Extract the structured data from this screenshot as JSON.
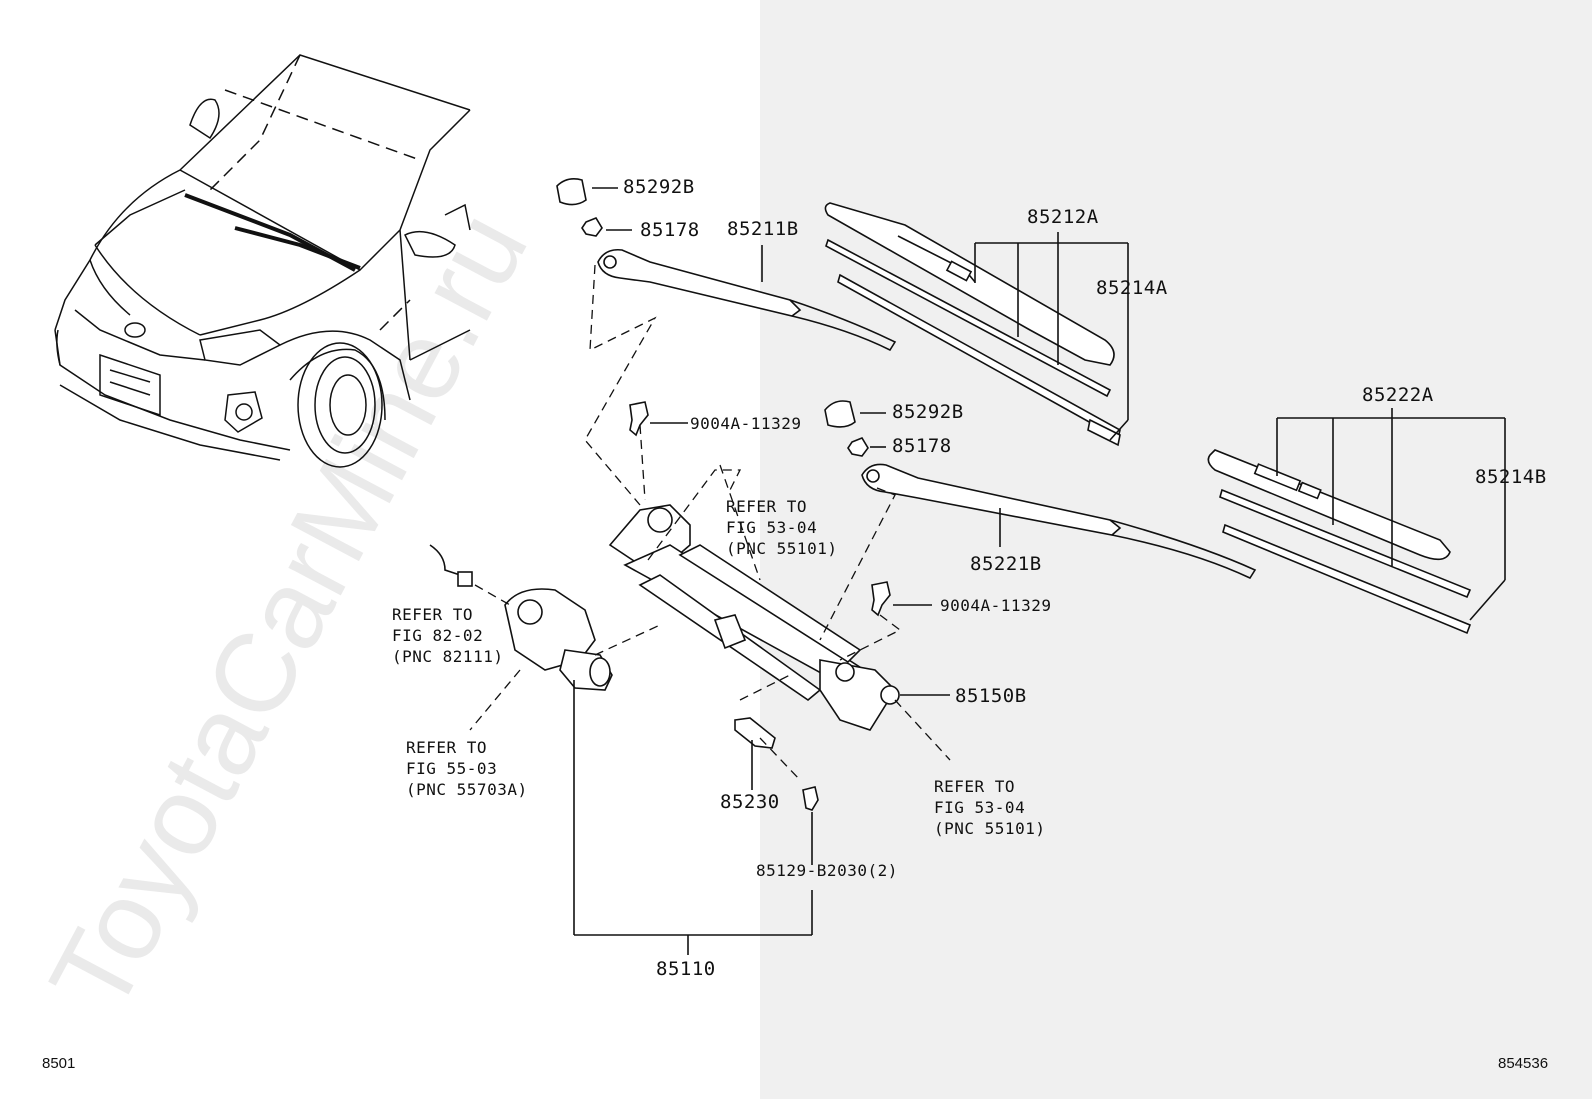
{
  "watermark": "ToyotaCarMine.ru",
  "parts": {
    "cap_top": "85292B",
    "nut_top": "85178",
    "arm_left": "85211B",
    "blade_left": "85212A",
    "rubber_left": "85214A",
    "bolt_left": "9004A-11329",
    "cap_right": "85292B",
    "nut_right": "85178",
    "blade_right": "85222A",
    "rubber_right": "85214B",
    "arm_right": "85221B",
    "bolt_right": "9004A-11329",
    "pivot": "85150B",
    "bracket": "85230",
    "screw": "85129-B2030(2)",
    "link_assy": "85110"
  },
  "refs": {
    "ref_top": [
      "REFER TO",
      "FIG 53-04",
      "(PNC 55101)"
    ],
    "ref_motor": [
      "REFER TO",
      "FIG 82-02",
      "(PNC 82111)"
    ],
    "ref_bottom_left": [
      "REFER TO",
      "FIG 55-03",
      "(PNC 55703A)"
    ],
    "ref_bottom_right": [
      "REFER TO",
      "FIG 53-04",
      "(PNC 55101)"
    ]
  },
  "footer": {
    "left_code": "8501",
    "right_code": "854536"
  }
}
